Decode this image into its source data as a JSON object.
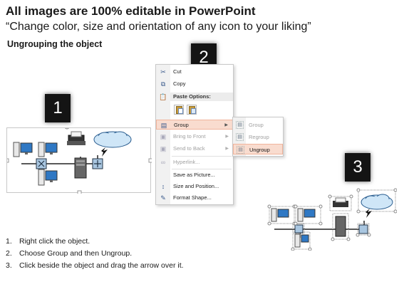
{
  "header": {
    "title": "All images are 100% editable in PowerPoint",
    "subtitle": "“Change color, size and orientation of any icon to your liking”",
    "section": "Ungrouping the object"
  },
  "badges": [
    "1",
    "2",
    "3"
  ],
  "context_menu": {
    "items": [
      {
        "label": "Cut",
        "icon": "scissors-icon",
        "state": "enabled"
      },
      {
        "label": "Copy",
        "icon": "copy-icon",
        "state": "enabled"
      },
      {
        "label": "Paste Options:",
        "icon": "paste-icon",
        "state": "header"
      },
      {
        "label": "Group",
        "icon": "group-icon",
        "state": "highlighted",
        "submenu": true
      },
      {
        "label": "Bring to Front",
        "icon": "bring-to-front-icon",
        "state": "disabled",
        "submenu": true
      },
      {
        "label": "Send to Back",
        "icon": "send-to-back-icon",
        "state": "disabled",
        "submenu": true
      },
      {
        "label": "Hyperlink...",
        "icon": "hyperlink-icon",
        "state": "disabled"
      },
      {
        "label": "Save as Picture...",
        "icon": "",
        "state": "enabled"
      },
      {
        "label": "Size and Position...",
        "icon": "size-position-icon",
        "state": "enabled"
      },
      {
        "label": "Format Shape...",
        "icon": "format-shape-icon",
        "state": "enabled"
      }
    ],
    "paste_buttons": [
      "paste-keep-format-icon",
      "paste-picture-icon"
    ]
  },
  "submenu": {
    "items": [
      {
        "label": "Group",
        "icon": "group-icon",
        "state": "disabled"
      },
      {
        "label": "Regroup",
        "icon": "regroup-icon",
        "state": "disabled"
      },
      {
        "label": "Ungroup",
        "icon": "ungroup-icon",
        "state": "highlighted"
      }
    ]
  },
  "instructions": [
    {
      "num": "1.",
      "text": "Right click the object."
    },
    {
      "num": "2.",
      "text": "Choose Group and then Ungroup."
    },
    {
      "num": "3.",
      "text": "Click beside the object and drag the arrow over it."
    }
  ],
  "colors": {
    "badge_bg": "#141414",
    "menu_highlight": "#f9dccf",
    "cloud_fill": "#cfe6f7",
    "monitor_screen": "#2f78c4",
    "switch_fill": "#a9c6e0"
  }
}
